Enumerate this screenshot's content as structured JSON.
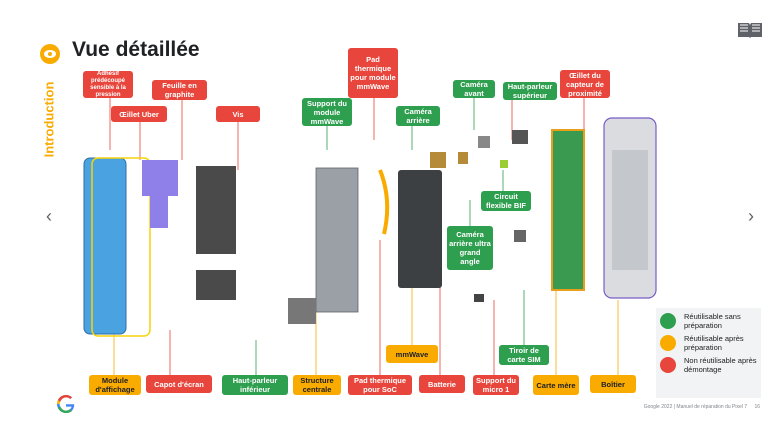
{
  "page": {
    "title": "Vue détaillée",
    "section": "Introduction",
    "footer": "Google 2022 | Manuel de réparation du Pixel 7",
    "page_number": "16"
  },
  "icons": {
    "section_icon": "eye-icon",
    "book_icon": "book-icon",
    "prev": "chevron-left-icon",
    "next": "chevron-right-icon",
    "logo": "google-g-logo"
  },
  "nav": {
    "prev": "‹",
    "next": "›"
  },
  "colors": {
    "red": "#e8453c",
    "green": "#2e9e4f",
    "yellow": "#f9ab00"
  },
  "labels": {
    "adhesif": "Adhésif prédécoupé sensible à la pression",
    "oeillet_uber": "Œillet Uber",
    "feuille": "Feuille en graphite",
    "vis": "Vis",
    "support_module": "Support du module mmWave",
    "pad_thermique_module": "Pad thermique pour module mmWave",
    "camera_arriere": "Caméra arrière",
    "camera_avant": "Caméra avant",
    "haut_parleur_sup": "Haut-parleur supérieur",
    "oeillet_capteur": "Œillet du capteur de proximité",
    "circuit_bif": "Circuit flexible BIF",
    "camera_ultra": "Caméra arrière ultra grand angle",
    "mmwave": "mmWave",
    "tiroir_sim": "Tiroir de carte SIM",
    "module_affichage": "Module d'affichage",
    "capot_ecran": "Capot d'écran",
    "haut_parleur_inf": "Haut-parleur inférieur",
    "structure": "Structure centrale",
    "pad_soc": "Pad thermique pour SoC",
    "batterie": "Batterie",
    "support_micro": "Support du micro 1",
    "carte_mere": "Carte mère",
    "boitier": "Boîtier"
  },
  "legend": [
    {
      "label": "Réutilisable sans préparation",
      "color": "#2e9e4f"
    },
    {
      "label": "Réutilisable après préparation",
      "color": "#f9ab00"
    },
    {
      "label": "Non réutilisable après démontage",
      "color": "#e8453c"
    }
  ]
}
